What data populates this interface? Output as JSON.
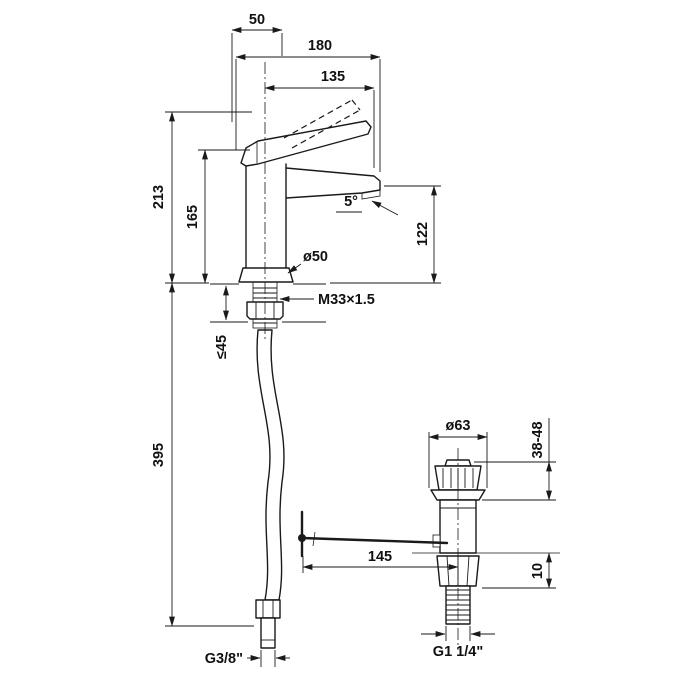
{
  "drawing": {
    "kind": "technical-dimension-drawing",
    "subject": "single-lever basin mixer faucet with pop-up drain",
    "line_color": "#1a1a1a",
    "background": "#ffffff"
  },
  "dims": {
    "handle_width": "50",
    "overall_projection": "180",
    "spout_reach": "135",
    "total_height": "213",
    "body_height": "165",
    "spout_angle": "5°",
    "outlet_height": "122",
    "base_diameter": "ø50",
    "shank_thread": "M33×1.5",
    "max_deck_thickness": "≤45",
    "hose_length": "395",
    "drain_flange_diameter": "ø63",
    "drain_height_range": "38-48",
    "rod_length": "145",
    "drain_sink_offset": "10",
    "drain_thread": "G1 1/4\"",
    "supply_thread": "G3/8\""
  }
}
